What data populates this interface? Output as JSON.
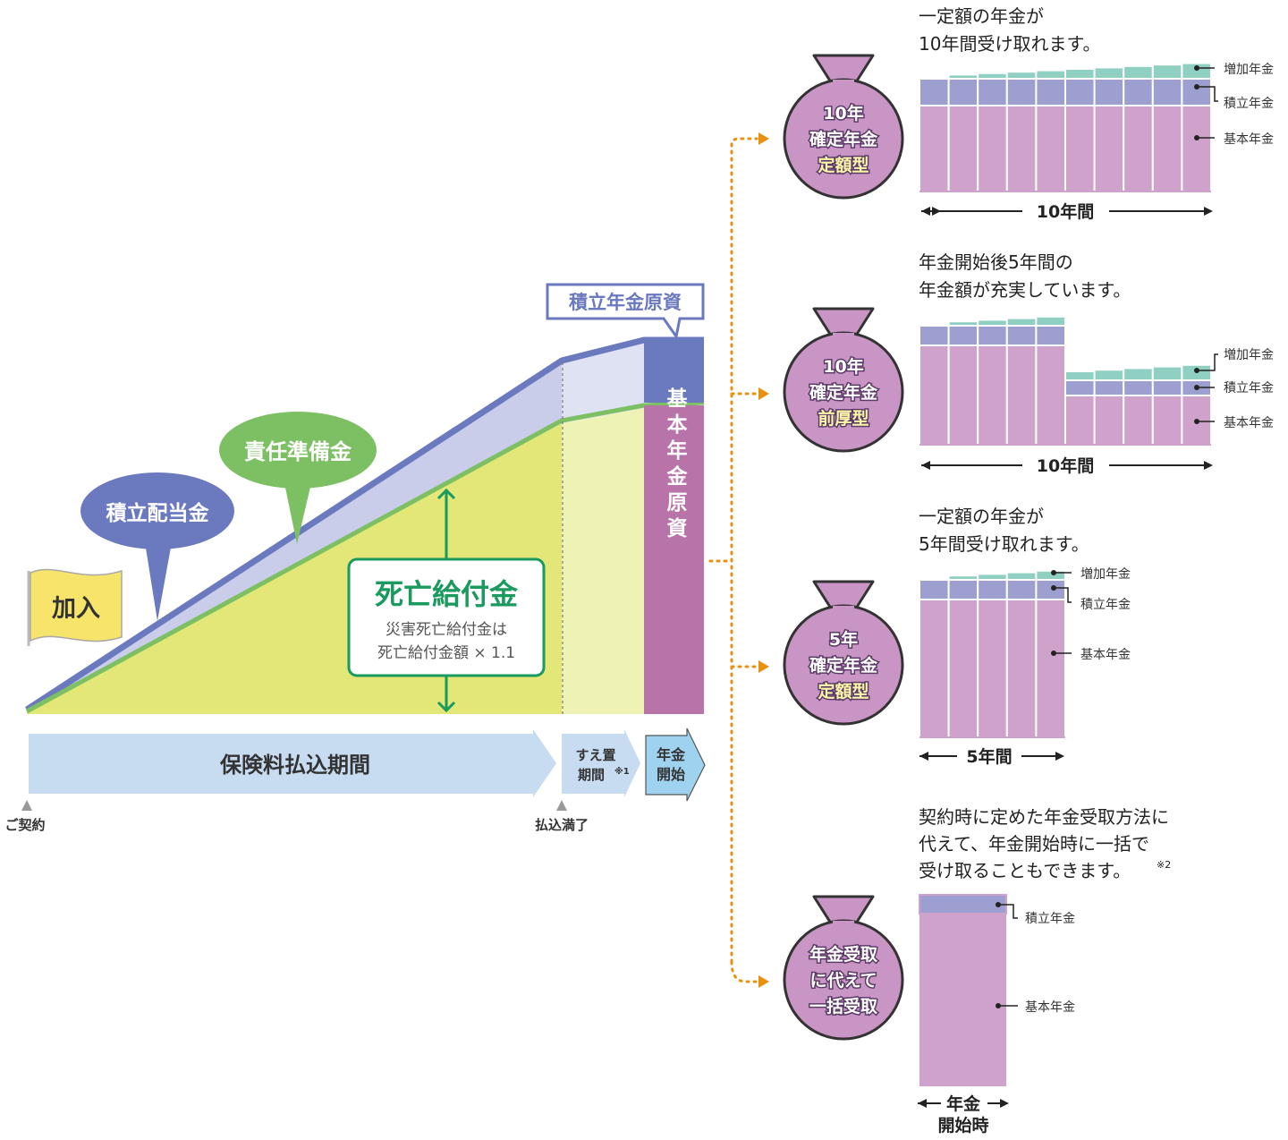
{
  "colors": {
    "yellow": "#e2e777",
    "yellow_light": "#eef2b4",
    "lavender": "#c9cde9",
    "lavender_light": "#dfe2f2",
    "blue": "#6b79bf",
    "green": "#7dbf63",
    "death_green": "#1a9a5e",
    "magenta": "#b873a8",
    "pink": "#cea2cb",
    "bag_pink": "#c995c5",
    "purple_bar": "#9c9fcf",
    "teal_bar": "#8fd0c3",
    "arrow_blue": "#c7dcf1",
    "arrow_blue2": "#9fd2ef",
    "orange": "#e8900f",
    "flag": "#f7e46a"
  },
  "timeline": {
    "flag_label": "加入",
    "tsumitate_bubble": "積立配当金",
    "sekinin_bubble": "責任準備金",
    "tsumitate_genshi": "積立年金原資",
    "kihon_genshi": "基本年金原資",
    "death": {
      "title": "死亡給付金",
      "line1": "災害死亡給付金は",
      "line2": "死亡給付金額 × 1.1"
    },
    "premium_period": "保険料払込期間",
    "deferral_line1": "すえ置",
    "deferral_line2": "期間",
    "deferral_note": "※1",
    "start_line1": "年金",
    "start_line2": "開始",
    "contract": "ご契約",
    "paid_up": "払込満了"
  },
  "options": [
    {
      "bag": [
        "10年",
        "確定年金",
        "定額型"
      ],
      "desc": [
        "一定額の年金が",
        "10年間受け取れます。"
      ],
      "labels": [
        "増加年金",
        "積立年金",
        "基本年金"
      ],
      "period": "10年間"
    },
    {
      "bag": [
        "10年",
        "確定年金",
        "前厚型"
      ],
      "desc": [
        "年金開始後5年間の",
        "年金額が充実しています。"
      ],
      "labels": [
        "増加年金",
        "積立年金",
        "基本年金"
      ],
      "period": "10年間"
    },
    {
      "bag": [
        "5年",
        "確定年金",
        "定額型"
      ],
      "desc": [
        "一定額の年金が",
        "5年間受け取れます。"
      ],
      "labels": [
        "増加年金",
        "積立年金",
        "基本年金"
      ],
      "period": "5年間"
    },
    {
      "bag": [
        "年金受取",
        "に代えて",
        "一括受取"
      ],
      "desc": [
        "契約時に定めた年金受取方法に",
        "代えて、年金開始時に一括で",
        "受け取ることもできます。"
      ],
      "desc_note": "※2",
      "labels": [
        "積立年金",
        "基本年金"
      ],
      "period_line1": "年金",
      "period_line2": "開始時"
    }
  ]
}
